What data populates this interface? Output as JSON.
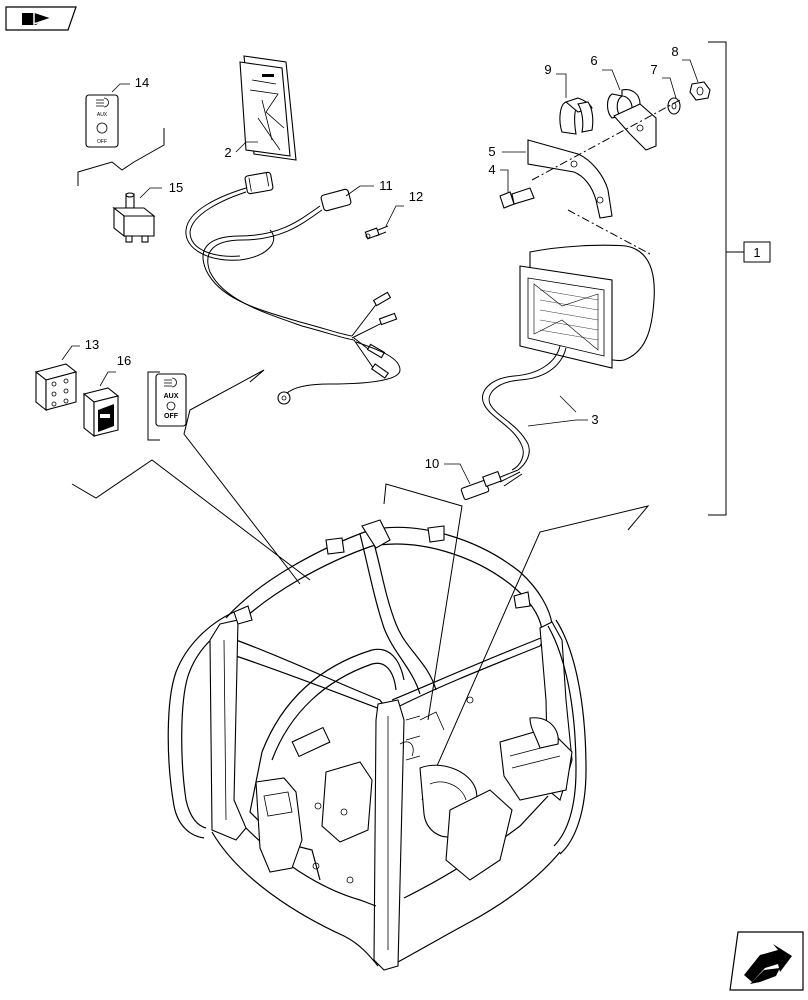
{
  "nav": {
    "prev_icon": "book-arrow-icon",
    "next_icon": "arrow-next-icon"
  },
  "callouts": {
    "c1": "1",
    "c2": "2",
    "c3": "3",
    "c4": "4",
    "c5": "5",
    "c6": "6",
    "c7": "7",
    "c8": "8",
    "c9": "9",
    "c10": "10",
    "c11": "11",
    "c12": "12",
    "c13": "13",
    "c14": "14",
    "c15": "15",
    "c16": "16"
  },
  "part_labels": {
    "aux": "AUX",
    "off": "OFF"
  },
  "colors": {
    "line": "#000000",
    "background": "#ffffff"
  }
}
